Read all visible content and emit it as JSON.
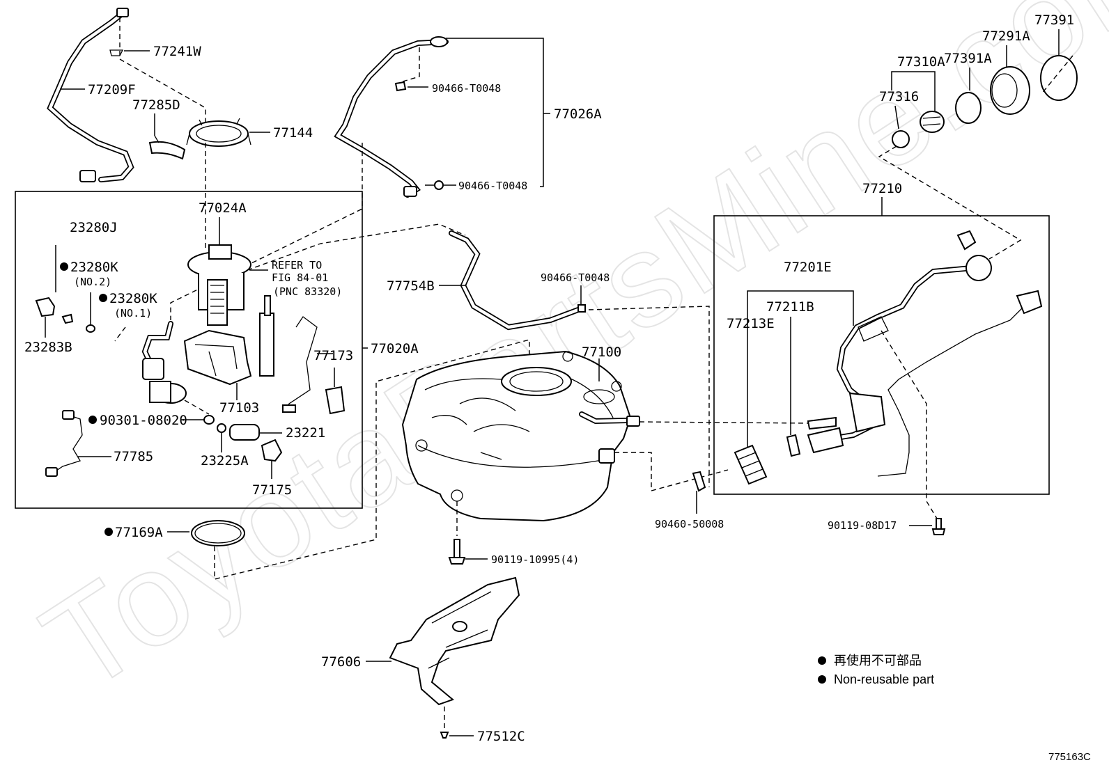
{
  "watermark": "ToyotaPartsMine.com",
  "refer_note": {
    "line1": "REFER TO",
    "line2": "FIG 84-01",
    "line3": "(PNC 83320)"
  },
  "labels": {
    "p77241W": "77241W",
    "p77209F": "77209F",
    "p77285D": "77285D",
    "p77144": "77144",
    "p90466_T0048_a": "90466-T0048",
    "p77026A": "77026A",
    "p90466_T0048_b": "90466-T0048",
    "p77024A": "77024A",
    "p23280J": "23280J",
    "p23280K_no2": "23280K",
    "no2": "(NO.2)",
    "p23280K_no1": "23280K",
    "no1": "(NO.1)",
    "p23283B": "23283B",
    "p77754B": "77754B",
    "p90466_T0048_c": "90466-T0048",
    "p77173": "77173",
    "p77020A": "77020A",
    "p77103": "77103",
    "p90301_08020": "90301-08020",
    "p23221": "23221",
    "p77785": "77785",
    "p23225A": "23225A",
    "p77175": "77175",
    "p77169A": "77169A",
    "p77100": "77100",
    "p90119_10995": "90119-10995(4)",
    "p77606": "77606",
    "p77512C": "77512C",
    "p77391": "77391",
    "p77291A": "77291A",
    "p77310A": "77310A",
    "p77391A": "77391A",
    "p77316": "77316",
    "p77210": "77210",
    "p77201E": "77201E",
    "p77211B": "77211B",
    "p77213E": "77213E",
    "p90460_50008": "90460-50008",
    "p90119_08D17": "90119-08D17"
  },
  "legend": {
    "line1": "再使用不可部品",
    "line2": "Non-reusable part"
  },
  "figure_code": "775163C"
}
